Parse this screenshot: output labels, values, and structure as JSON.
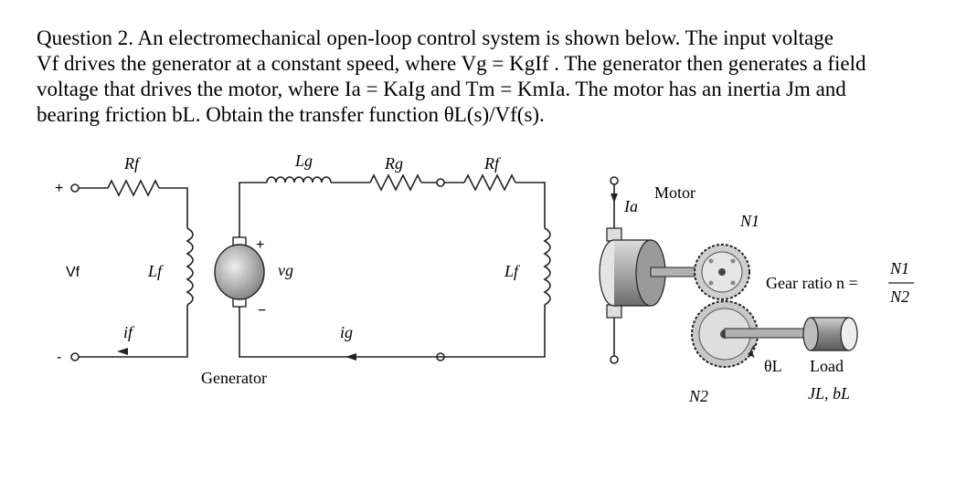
{
  "question": {
    "lines": [
      "Question 2. An electromechanical open-loop control system is shown below. The input voltage",
      "Vf drives the generator at a constant speed, where Vg = KgIf . The generator then generates a field",
      "voltage that drives the motor, where Ia = KaIg and Tm = KmIa. The motor has an inertia Jm and",
      "bearing friction bL. Obtain the transfer function θL(s)/Vf(s)."
    ]
  },
  "diagram": {
    "plus_terminal": "+",
    "minus_terminal": "-",
    "vf_label": "Vf",
    "rf_left": "Rf",
    "lg": "Lg",
    "rg": "Rg",
    "rf_right": "Rf",
    "lf_left": "Lf",
    "lf_right": "Lf",
    "if_label": "if",
    "ig_label": "ig",
    "vg_label": "vg",
    "gen_plus": "+",
    "gen_minus": "−",
    "generator_label": "Generator",
    "motor_label": "Motor",
    "ia_label": "Ia",
    "n1_label": "N1",
    "n2_label": "N2",
    "gear_ratio_text": "Gear ratio n =",
    "gear_ratio_num": "N1",
    "gear_ratio_den": "N2",
    "theta_label": "θL",
    "load_label": "Load",
    "jl_bl_label": "JL, bL"
  }
}
